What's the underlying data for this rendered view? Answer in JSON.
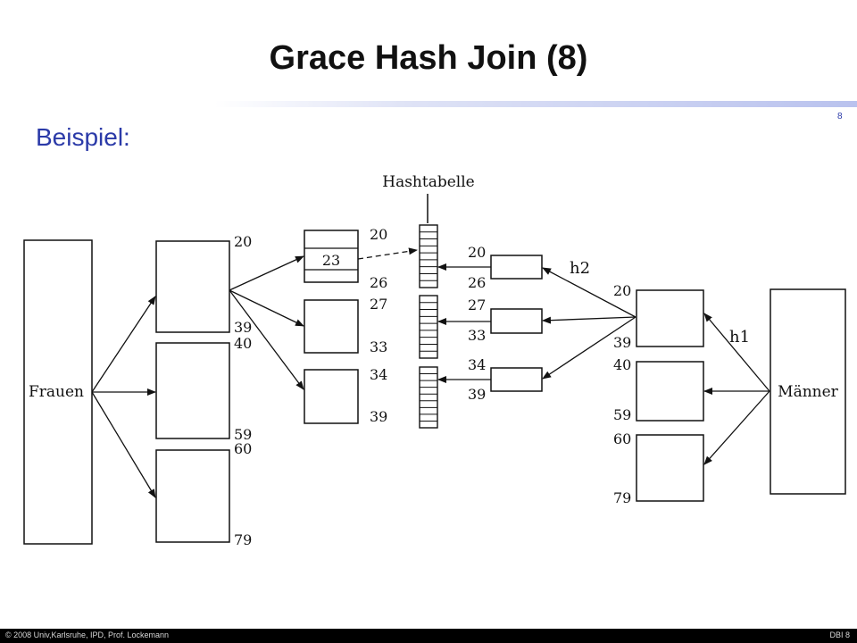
{
  "slide": {
    "title": "Grace Hash Join (8)",
    "subtitle": "Beispiel:",
    "page_marker": "8"
  },
  "diagram": {
    "hashtable_label": "Hashtabelle",
    "left_relation": "Frauen",
    "right_relation": "Männer",
    "h1_label": "h1",
    "h2_label": "h2",
    "left_partitions": [
      {
        "low": "20",
        "high": "39"
      },
      {
        "low": "40",
        "high": "59"
      },
      {
        "low": "60",
        "high": "79"
      }
    ],
    "sub_partitions": [
      {
        "low": "20",
        "high": "26",
        "entry": "23"
      },
      {
        "low": "27",
        "high": "33"
      },
      {
        "low": "34",
        "high": "39"
      }
    ],
    "right_subpartitions": [
      {
        "low": "20",
        "high": "26"
      },
      {
        "low": "27",
        "high": "33"
      },
      {
        "low": "34",
        "high": "39"
      }
    ],
    "right_partitions": [
      {
        "low": "20",
        "high": "39"
      },
      {
        "low": "40",
        "high": "59"
      },
      {
        "low": "60",
        "high": "79"
      }
    ]
  },
  "footer": {
    "left": "© 2008 Univ,Karlsruhe, IPD, Prof. Lockemann",
    "right": "DBI 8"
  }
}
